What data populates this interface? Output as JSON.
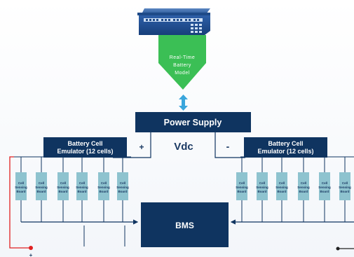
{
  "colors": {
    "navy": "#0f3460",
    "board": "#8ec3cf",
    "green": "#3bbf55",
    "arrow": "#3aa6dc",
    "red": "#e02020",
    "line": "#0f3460"
  },
  "model": {
    "line1": "Real-Time",
    "line2": "Battery",
    "line3": "Model"
  },
  "power_supply": {
    "label": "Power Supply"
  },
  "vdc": {
    "label": "Vdc",
    "plus": "+",
    "minus": "-"
  },
  "emulator_left": {
    "line1": "Battery Cell",
    "line2": "Emulator (12 cells)"
  },
  "emulator_right": {
    "line1": "Battery Cell",
    "line2": "Emulator (12 cells)"
  },
  "board": {
    "line1": "Cell",
    "line2": "Sensing",
    "line3": "Board"
  },
  "bms": {
    "label": "BMS"
  },
  "terminal": {
    "plus": "+"
  }
}
